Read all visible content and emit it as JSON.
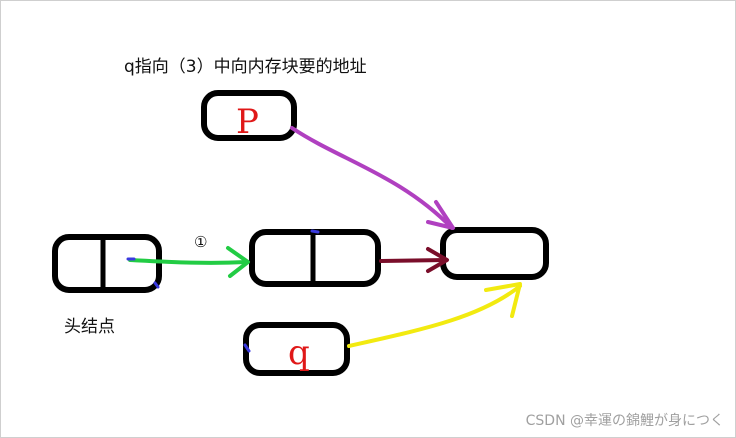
{
  "caption": "q指向（3）中向内存块要的地址",
  "head_label": "头结点",
  "step_label": "①",
  "node_p_label": "P",
  "node_q_label": "q",
  "watermark": "CSDN @幸運の錦鯉が身につく",
  "colors": {
    "outline": "#000000",
    "letters": "#e01818",
    "arrow_head_to_node": "#22cc44",
    "arrow_node_to_block": "#7a0e2a",
    "arrow_p_to_block": "#b040c0",
    "arrow_q_to_block": "#f2ea10"
  }
}
